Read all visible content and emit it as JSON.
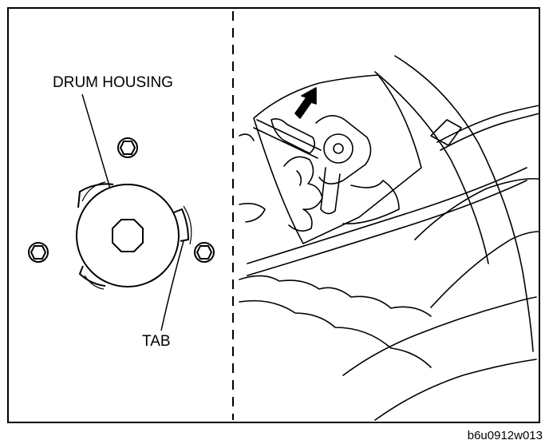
{
  "labels": {
    "drum_housing": "DRUM HOUSING",
    "tab": "TAB",
    "figure_code": "b6u0912w013"
  },
  "colors": {
    "ink": "#000000",
    "paper": "#ffffff"
  }
}
